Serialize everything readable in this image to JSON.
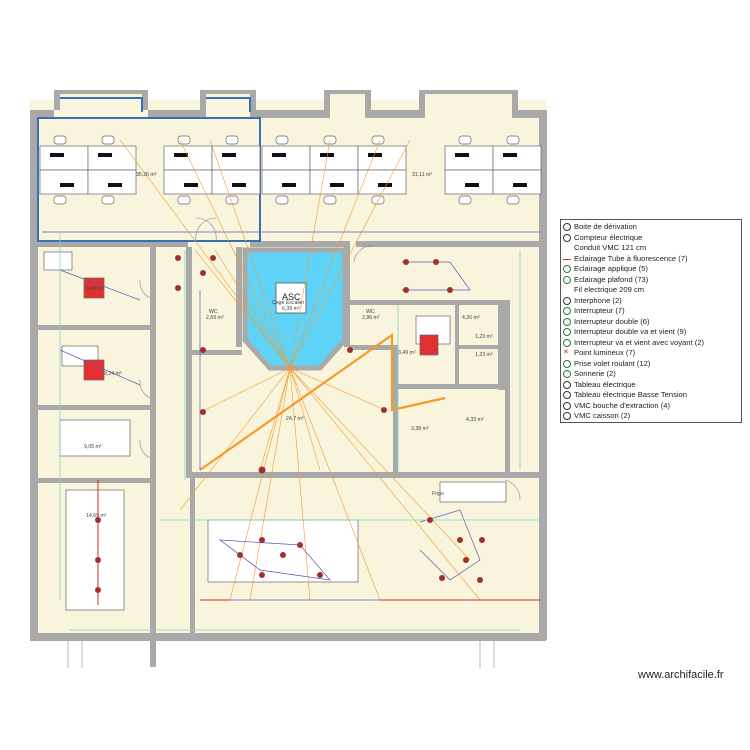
{
  "rooms": [
    {
      "id": "office-tl",
      "area": "35,26 m²"
    },
    {
      "id": "office-tr",
      "area": "31,11 m²"
    },
    {
      "id": "small-1",
      "area": "8,45 m²"
    },
    {
      "id": "small-2",
      "area": "9,24 m²"
    },
    {
      "id": "meeting-left",
      "area": "9,05 m²"
    },
    {
      "id": "open-left",
      "area": "14,69 m²"
    },
    {
      "id": "center",
      "area": "24,7 m²"
    },
    {
      "id": "wc-left",
      "name": "WC",
      "area": "2,69 m²"
    },
    {
      "id": "wc-right",
      "name": "WC",
      "area": "2,96 m²"
    },
    {
      "id": "lift",
      "name": "ASC",
      "sub": "Cage Escalier",
      "area": "6,39 m²"
    },
    {
      "id": "r-room1",
      "area": "4,26 m²"
    },
    {
      "id": "r-room2",
      "area": "1,23 m²"
    },
    {
      "id": "r-room3",
      "area": "1,23 m²"
    },
    {
      "id": "r-room4",
      "area": "3,49 m²"
    },
    {
      "id": "r-room5",
      "area": "3,38 m²"
    },
    {
      "id": "r-room6",
      "area": "4,33 m²"
    }
  ],
  "kitchen_label": "Frigo",
  "legend": [
    {
      "icon": "junction-box-icon",
      "label": "Boite de dérivation",
      "color": "#333333"
    },
    {
      "icon": "meter-icon",
      "label": "Compteur électrique",
      "color": "#333333"
    },
    {
      "icon": "none",
      "label": "Conduit VMC 121 cm",
      "color": "#333333"
    },
    {
      "icon": "red-line-icon",
      "label": "Eclairage Tube à fluorescence (7)",
      "color": "#d22b2b"
    },
    {
      "icon": "wall-light-icon",
      "label": "Eclairage applique (5)",
      "color": "#2a7a3a"
    },
    {
      "icon": "ceiling-light-icon",
      "label": "Eclairage plafond (73)",
      "color": "#2a7a3a"
    },
    {
      "icon": "none",
      "label": "Fil electrique 209 cm",
      "color": "#333333"
    },
    {
      "icon": "intercom-icon",
      "label": "Interphone (2)",
      "color": "#333333"
    },
    {
      "icon": "switch-icon",
      "label": "Interrupteur (7)",
      "color": "#2a7a3a"
    },
    {
      "icon": "switch-icon",
      "label": "Interrupteur double (6)",
      "color": "#2a7a3a"
    },
    {
      "icon": "switch-icon",
      "label": "Interrupteur double va et vient (9)",
      "color": "#2a7a3a"
    },
    {
      "icon": "switch-icon",
      "label": "Interrupteur va et vient avec voyant (2)",
      "color": "#2a7a3a"
    },
    {
      "icon": "light-point-icon",
      "label": "Point lumineux (7)",
      "color": "#d22b2b"
    },
    {
      "icon": "outlet-icon",
      "label": "Prise volet roulant (12)",
      "color": "#2a7a3a"
    },
    {
      "icon": "bell-icon",
      "label": "Sonnerie (2)",
      "color": "#2a7a3a"
    },
    {
      "icon": "panel-icon",
      "label": "Tableau électrique",
      "color": "#333333"
    },
    {
      "icon": "panel-low-icon",
      "label": "Tableau électrique Basse Tension",
      "color": "#333333"
    },
    {
      "icon": "vmc-icon",
      "label": "VMC bouche d'extraction (4)",
      "color": "#333333"
    },
    {
      "icon": "vmc-box-icon",
      "label": "VMC caisson (2)",
      "color": "#333333"
    }
  ],
  "credit": "www.archifacile.fr",
  "colors": {
    "wall": "#a9a9a9",
    "floor": "#f8f5dc",
    "lift": "#5fd3f7",
    "wire": "#f59a2c",
    "wire2": "#5a5ab8",
    "wire3": "#7fd6c4",
    "accent": "#d22b2b",
    "selection": "#3a6fb5"
  }
}
